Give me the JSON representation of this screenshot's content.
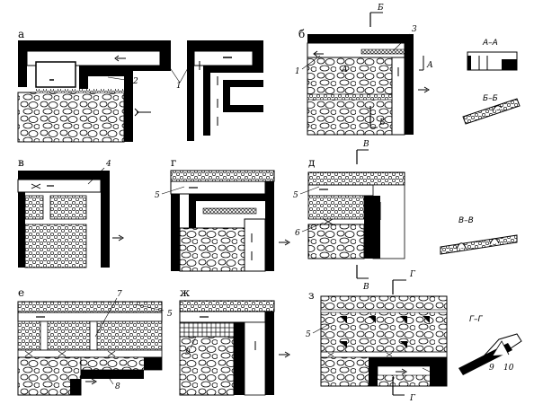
{
  "panels": {
    "a": "а",
    "b": "б",
    "v": "в",
    "g": "г",
    "d": "д",
    "e": "е",
    "zh": "ж",
    "z": "з"
  },
  "callouts": [
    "1",
    "2",
    "3",
    "4",
    "5",
    "6",
    "7",
    "8",
    "9",
    "10"
  ],
  "section_marks": {
    "b_top": "Б",
    "a_mark": "А",
    "b_bottom": "Б",
    "v_top": "В",
    "v_bottom": "В",
    "g_top": "Г",
    "g_bottom": "Г"
  },
  "sections": {
    "aa": "А–А",
    "bb": "Б–Б",
    "vv": "В–В",
    "gg": "Г–Г"
  }
}
